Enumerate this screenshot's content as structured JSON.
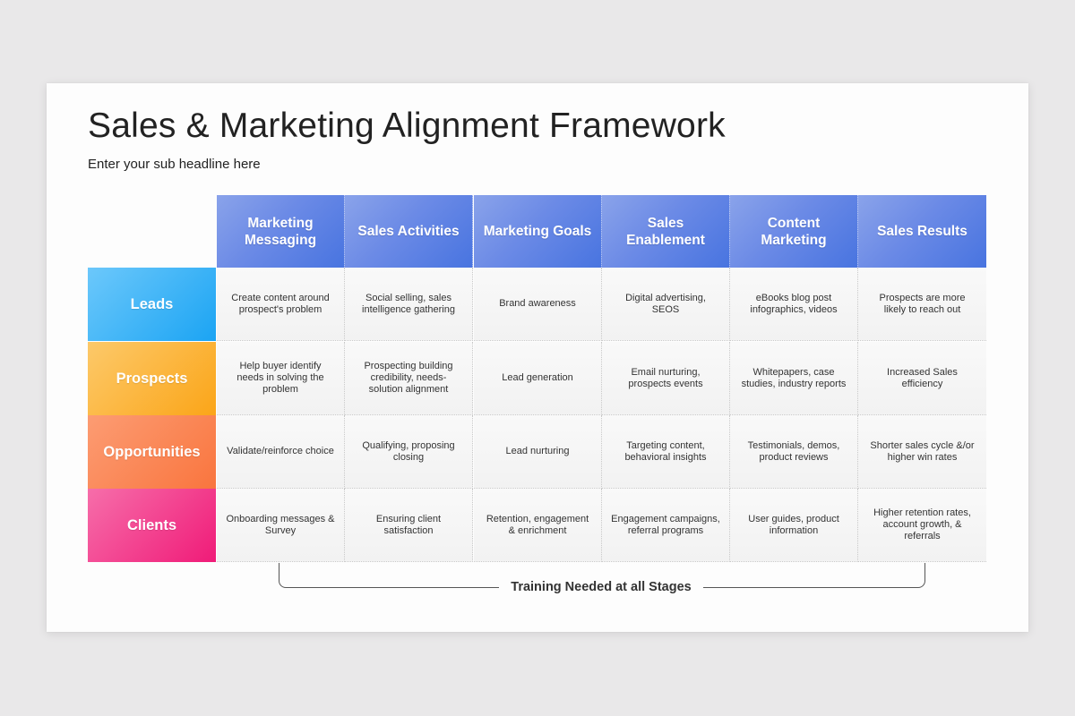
{
  "slide": {
    "title": "Sales & Marketing Alignment Framework",
    "subtitle": "Enter your sub headline here",
    "colors": {
      "column_header_gradient": [
        "#8aa3ea",
        "#4874e0"
      ],
      "leads": [
        "#6cc8fb",
        "#1ba4f3"
      ],
      "prospects": [
        "#fcc96a",
        "#fba518"
      ],
      "opportunities": [
        "#fc9c73",
        "#f9753e"
      ],
      "clients": [
        "#f66eaa",
        "#f01b78"
      ]
    },
    "columns": [
      "Marketing Messaging",
      "Sales Activities",
      "Marketing Goals",
      "Sales Enablement",
      "Content Marketing",
      "Sales Results"
    ],
    "rows": [
      {
        "label": "Leads",
        "cells": [
          "Create content around prospect's problem",
          "Social selling, sales intelligence gathering",
          "Brand awareness",
          "Digital advertising, SEOS",
          "eBooks blog post infographics, videos",
          "Prospects are more likely to reach out"
        ]
      },
      {
        "label": "Prospects",
        "cells": [
          "Help buyer identify needs in solving the problem",
          "Prospecting building credibility, needs-solution alignment",
          "Lead generation",
          "Email nurturing, prospects events",
          "Whitepapers, case studies, industry reports",
          "Increased Sales efficiency"
        ]
      },
      {
        "label": "Opportunities",
        "cells": [
          "Validate/reinforce choice",
          "Qualifying, proposing closing",
          "Lead nurturing",
          "Targeting content, behavioral insights",
          "Testimonials, demos, product reviews",
          "Shorter sales cycle &/or higher win rates"
        ]
      },
      {
        "label": "Clients",
        "cells": [
          "Onboarding messages & Survey",
          "Ensuring client satisfaction",
          "Retention, engagement & enrichment",
          "Engagement campaigns, referral programs",
          "User guides, product information",
          "Higher retention rates, account growth, & referrals"
        ]
      }
    ],
    "footer_label": "Training Needed at all Stages"
  }
}
